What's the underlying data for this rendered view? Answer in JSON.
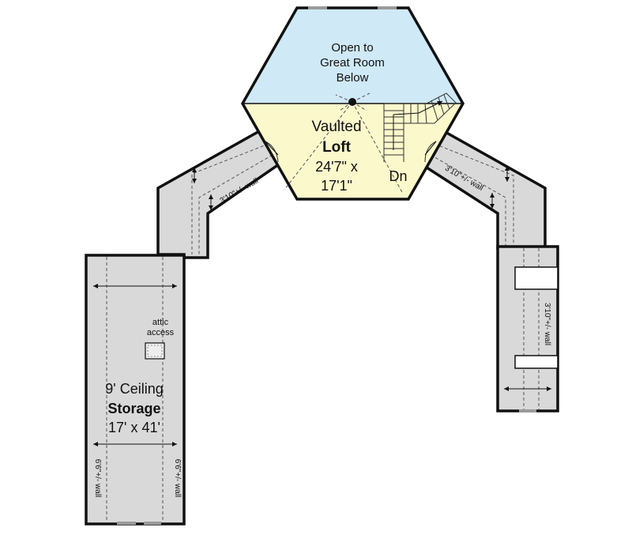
{
  "colors": {
    "open_area": "#cfe9f6",
    "loft_floor": "#fbf8cc",
    "storage_floor": "#d9d9d9",
    "wall": "#111111"
  },
  "open_to_below": {
    "line1": "Open to",
    "line2": "Great Room",
    "line3": "Below"
  },
  "loft": {
    "line1": "Vaulted",
    "name": "Loft",
    "dim1": "24'7\" x",
    "dim2": "17'1\""
  },
  "stair": {
    "label": "Dn"
  },
  "storage_main": {
    "line1": "9' Ceiling",
    "name": "Storage",
    "dims": "17' x 41'",
    "attic_line1": "attic",
    "attic_line2": "access",
    "wall_left": "6'6\"+/- wall",
    "wall_right": "6'6\"+/- wall"
  },
  "wall_notes": {
    "left_wing": "3'10\"+/- wall",
    "right_wing": "3'10\"+/- wall",
    "right_storage": "3'10\"+/- wall"
  }
}
